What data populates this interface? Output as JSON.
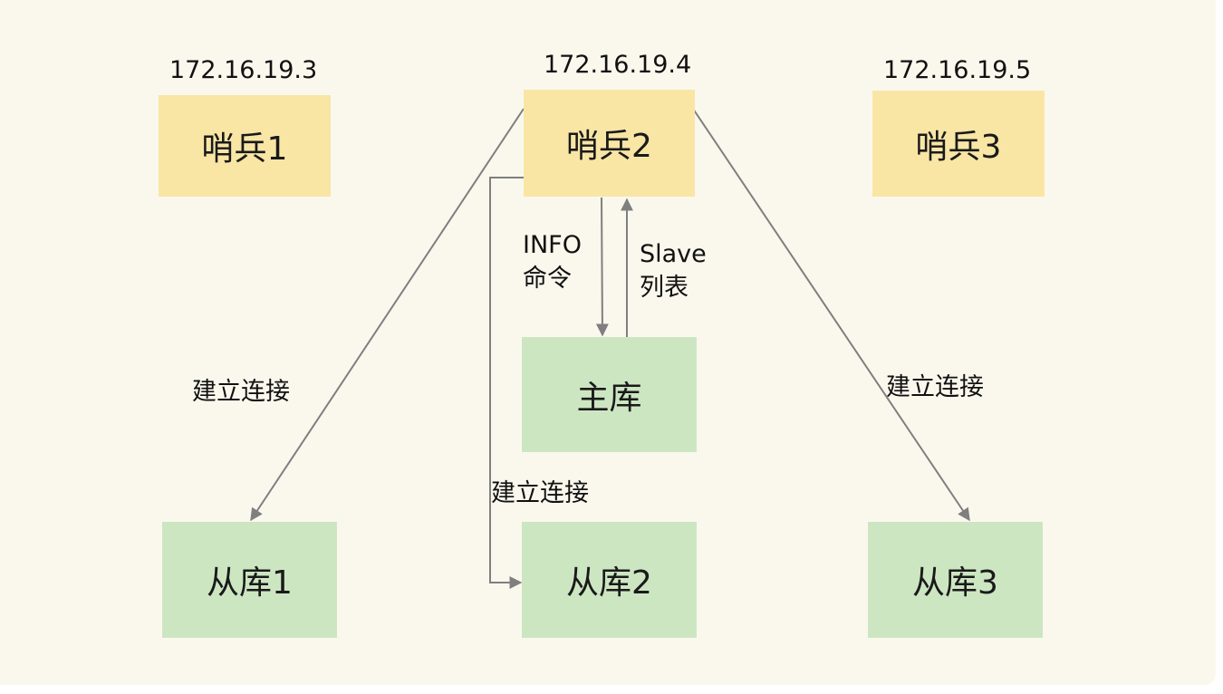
{
  "sentinels": {
    "s1": {
      "ip": "172.16.19.3",
      "label": "哨兵1"
    },
    "s2": {
      "ip": "172.16.19.4",
      "label": "哨兵2"
    },
    "s3": {
      "ip": "172.16.19.5",
      "label": "哨兵3"
    }
  },
  "master": {
    "label": "主库"
  },
  "replicas": {
    "r1": {
      "label": "从库1"
    },
    "r2": {
      "label": "从库2"
    },
    "r3": {
      "label": "从库3"
    }
  },
  "edges": {
    "info_cmd_line1": "INFO",
    "info_cmd_line2": "命令",
    "slave_list_line1": "Slave",
    "slave_list_line2": "列表",
    "connect_left": "建立连接",
    "connect_middle": "建立连接",
    "connect_right": "建立连接"
  },
  "colors": {
    "sentinel_fill": "#f9e6a5",
    "database_fill": "#cde6c2",
    "background": "#faf8ed",
    "arrow": "#7f7f7f"
  }
}
